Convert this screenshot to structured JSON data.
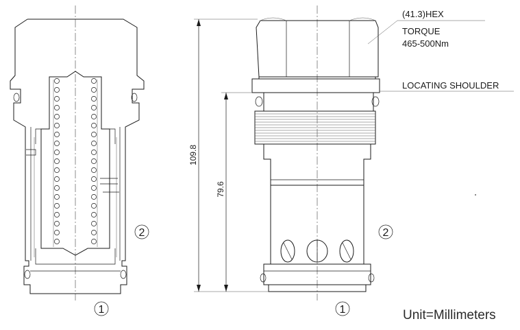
{
  "annotations": {
    "hex": "(41.3)HEX",
    "torque_label": "TORQUE",
    "torque_value": "465-500Nm",
    "locating_shoulder": "LOCATING SHOULDER",
    "overall_length": "109.8",
    "shoulder_length": "79.6",
    "units": "Unit=Millimeters"
  },
  "ports": {
    "port1": "1",
    "port2": "2"
  }
}
